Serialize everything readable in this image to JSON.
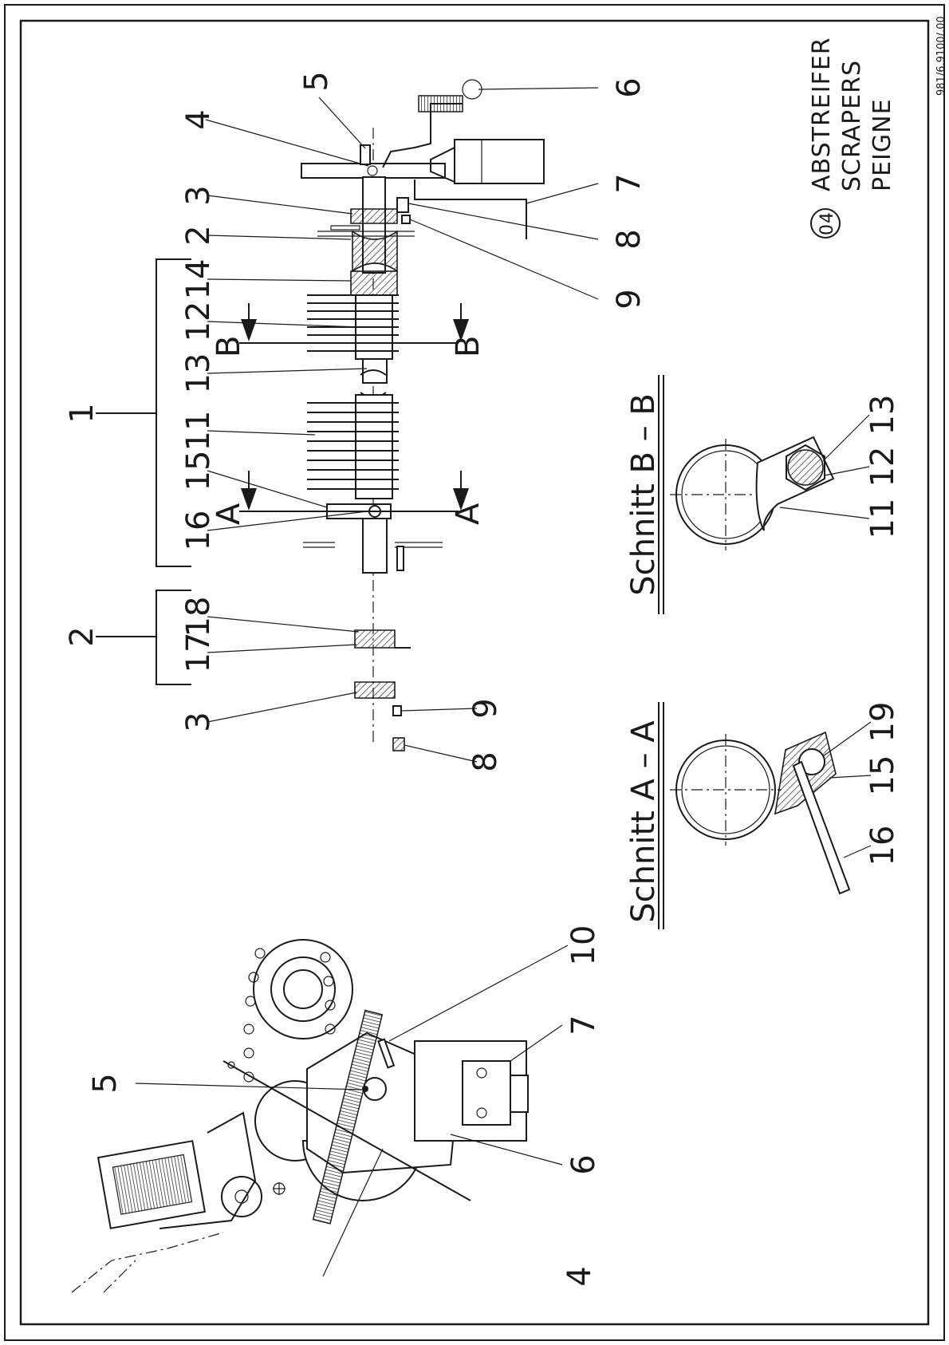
{
  "title_block": {
    "page_badge": "04",
    "titles": [
      "ABSTREIFER",
      "SCRAPERS",
      "PEIGNE"
    ],
    "doc_number": "981/6.9100/.00"
  },
  "sections": {
    "section_a": "Schnitt  A  –  A",
    "section_b": "Schnitt  B  –  B",
    "marker_a": "A",
    "marker_b": "B"
  },
  "part_labels": [
    "1",
    "2",
    "3",
    "4",
    "5",
    "6",
    "7",
    "8",
    "9",
    "10",
    "11",
    "12",
    "13",
    "14",
    "15",
    "16",
    "17",
    "18",
    "19"
  ]
}
